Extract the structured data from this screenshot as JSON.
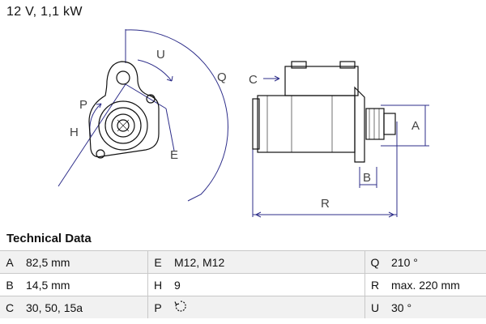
{
  "header": {
    "rating": "12 V, 1,1 kW"
  },
  "diagram": {
    "labels": {
      "A": "A",
      "B": "B",
      "C": "C",
      "E": "E",
      "H": "H",
      "P": "P",
      "Q": "Q",
      "R": "R",
      "U": "U"
    }
  },
  "technical_data": {
    "title": "Technical Data",
    "rows": [
      [
        {
          "key": "A",
          "value": "82,5 mm"
        },
        {
          "key": "E",
          "value": "M12, M12"
        },
        {
          "key": "Q",
          "value": "210 °"
        }
      ],
      [
        {
          "key": "B",
          "value": "14,5 mm"
        },
        {
          "key": "H",
          "value": "9"
        },
        {
          "key": "R",
          "value": "max. 220 mm"
        }
      ],
      [
        {
          "key": "C",
          "value": "30, 50, 15a"
        },
        {
          "key": "P",
          "value": "",
          "icon": "rotation-direction-icon"
        },
        {
          "key": "U",
          "value": "30 °"
        }
      ]
    ]
  }
}
